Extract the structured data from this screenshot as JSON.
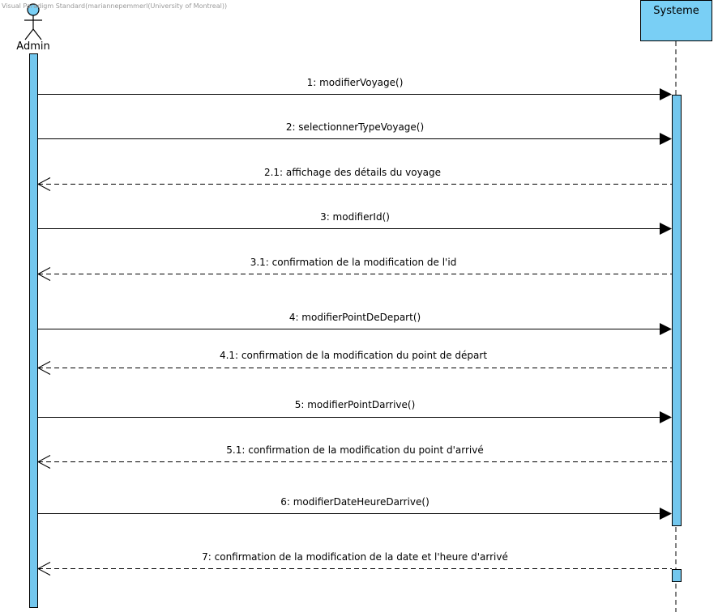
{
  "watermark": "Visual Paradigm Standard(mariannepemmerl(University of Montreal))",
  "colors": {
    "activation_fill": "#73c7ee",
    "actor_head_fill": "#79cff5",
    "participant_fill": "#79cff5",
    "line": "#000000"
  },
  "actor": {
    "name": "Admin",
    "icon": "stick-figure-actor-icon"
  },
  "participant": {
    "name": "Systeme"
  },
  "messages": [
    {
      "label": "1: modifierVoyage()",
      "kind": "sync"
    },
    {
      "label": "2: selectionnerTypeVoyage()",
      "kind": "sync"
    },
    {
      "label": "2.1: affichage des détails du voyage",
      "kind": "reply"
    },
    {
      "label": "3: modifierId()",
      "kind": "sync"
    },
    {
      "label": "3.1: confirmation de la modification de l'id",
      "kind": "reply"
    },
    {
      "label": "4: modifierPointDeDepart()",
      "kind": "sync"
    },
    {
      "label": "4.1: confirmation de la modification du point de départ",
      "kind": "reply"
    },
    {
      "label": "5: modifierPointDarrive()",
      "kind": "sync"
    },
    {
      "label": "5.1: confirmation de la modification du point d'arrivé",
      "kind": "reply"
    },
    {
      "label": "6: modifierDateHeureDarrive()",
      "kind": "sync"
    },
    {
      "label": "7: confirmation de la modification de la date et l'heure d'arrivé",
      "kind": "reply"
    }
  ]
}
